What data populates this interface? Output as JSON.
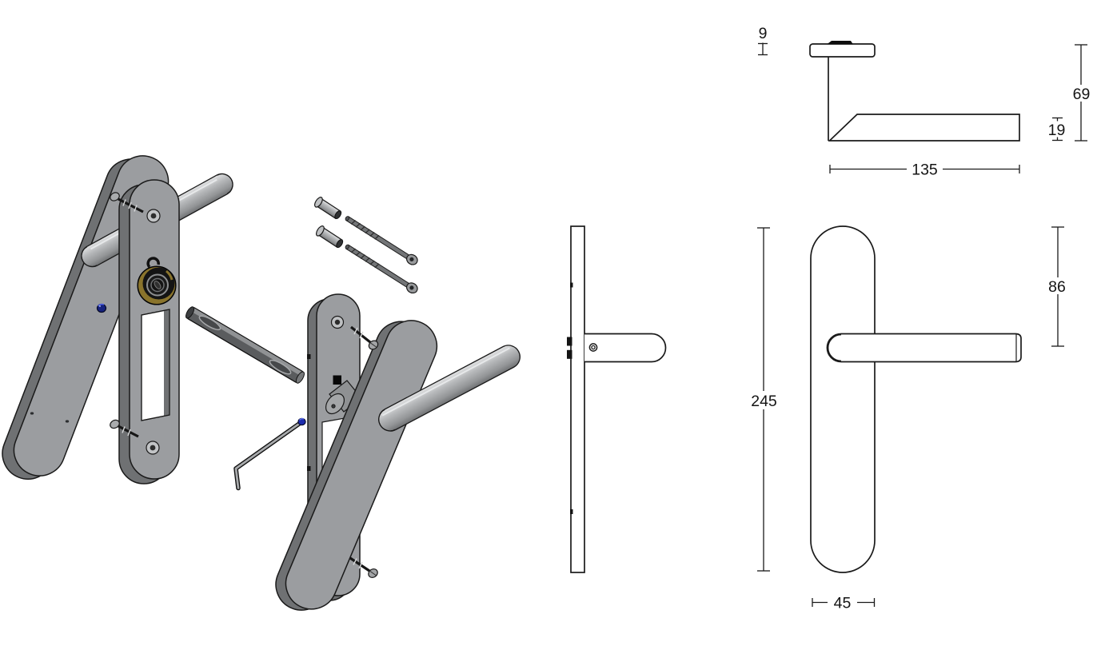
{
  "drawing": {
    "views": {
      "lever_side": {
        "labels": {
          "flange_thickness": "9",
          "height_overall": "69",
          "lever_thickness": "19",
          "lever_length": "135"
        }
      },
      "plate_side": {
        "labels": {
          "plate_height": "245"
        }
      },
      "plate_front": {
        "labels": {
          "lever_center_from_top": "86",
          "plate_width": "45"
        }
      }
    },
    "colors": {
      "background": "#ffffff",
      "line": "#1a1a1a",
      "plate_face_grey": "#9b9da0",
      "plate_edge_grey": "#6f7173",
      "lever_grey_light": "#e2e3e4",
      "lever_grey_dark": "#6f7173",
      "brass_ring": "#8a742c",
      "grub_screw_blue": "#1d2cae"
    }
  }
}
